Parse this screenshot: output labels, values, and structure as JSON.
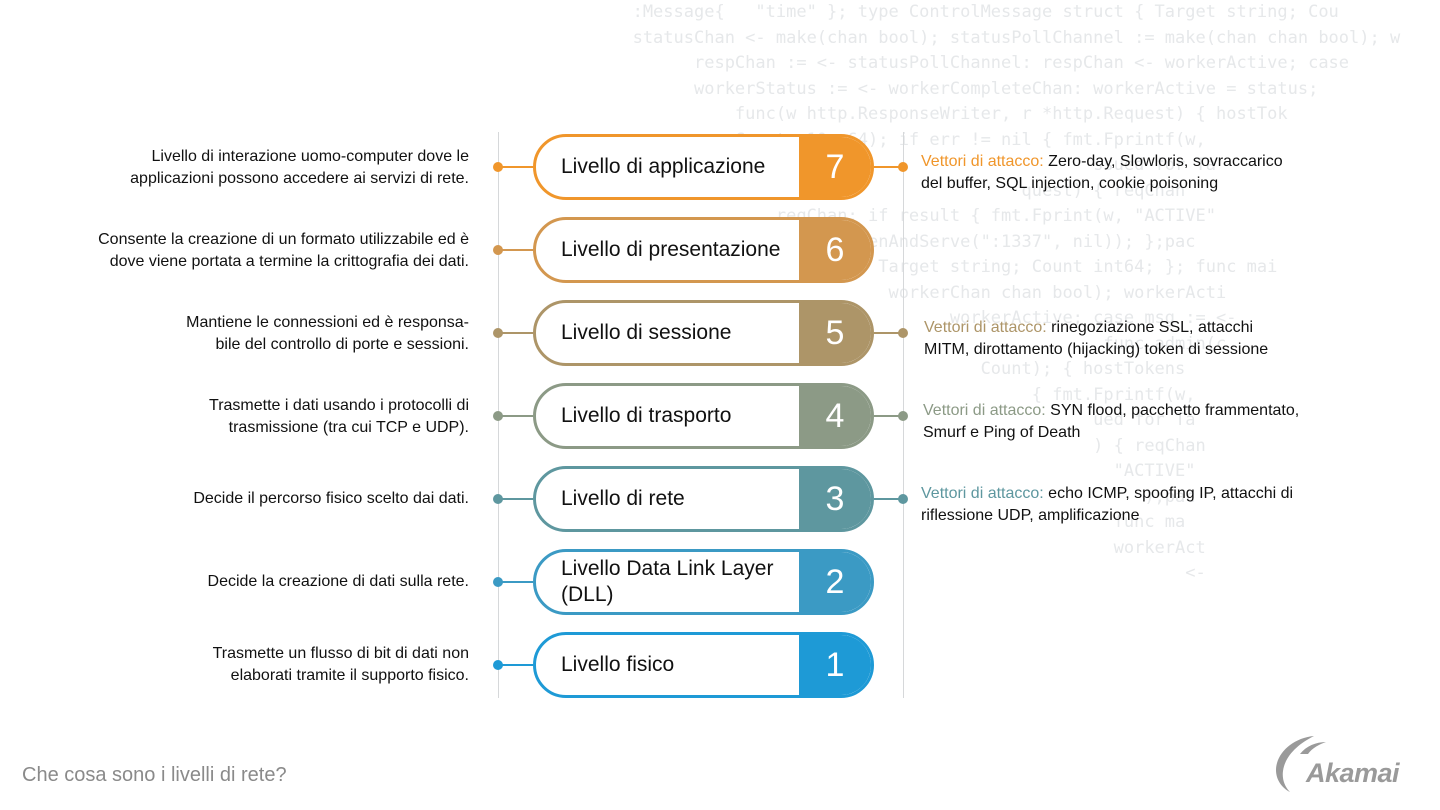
{
  "background_code": [
    "           :Message{   \"time\" }; type ControlMessage struct { Target string; Cou",
    "           statusChan <- make(chan bool); statusPollChannel := make(chan chan bool); w",
    "                 respChan := <- statusPollChannel: respChan <- workerActive; case",
    "                 workerStatus := <- workerCompleteChan: workerActive = status;",
    "                     func(w http.ResponseWriter, r *http.Request) { hostTok",
    "                     Count, 10, 64); if err != nil { fmt.Fprintf(w,",
    "                                                        ssued for Ta",
    "                                                 quest) { reqChan",
    "                         reqChan; if result { fmt.Fprint(w, \"ACTIVE\"",
    "                         http.ListenAndServe(\":1337\", nil)); };pac",
    "                                   Target string; Count int64; }; func mai",
    "                                    workerChan chan bool); workerActi",
    "                                          workerActive; case msg := <-",
    "                                                         func admin(c",
    "                                             Count); { hostTokens",
    "                                                  { fmt.Fprintf(w,",
    "                                                        ued for Ta",
    "                                                        ) { reqChan",
    "                                                          \"ACTIVE\"",
    "                                                             );pac",
    "                                                          func ma",
    "                                                          workerAct",
    "                                                                 <-"
  ],
  "layers": [
    {
      "number": "7",
      "name": "Livello di applicazione",
      "color": "#f0962b",
      "description": [
        "Livello di interazione uomo-computer dove le",
        "applicazioni possono accedere ai servizi di rete."
      ],
      "attack": {
        "label": "Vettori di attacco:",
        "text": " Zero-day, Slowloris, sovraccarico",
        "text2": "del buffer, SQL injection, cookie poisoning"
      }
    },
    {
      "number": "6",
      "name": "Livello di presentazione",
      "color": "#d3974f",
      "description": [
        "Consente la creazione di un formato utilizzabile ed è",
        "dove viene portata a termine la crittografia dei dati."
      ]
    },
    {
      "number": "5",
      "name": "Livello di sessione",
      "color": "#ad9568",
      "description": [
        "Mantiene le connessioni ed è responsa-",
        "bile del controllo di porte e sessioni."
      ],
      "attack": {
        "label": "Vettori di attacco:",
        "text": " rinegoziazione SSL, attacchi",
        "text2": "MITM, dirottamento (hijacking) token di sessione"
      }
    },
    {
      "number": "4",
      "name": "Livello di trasporto",
      "color": "#8c9a86",
      "description": [
        "Trasmette i dati usando i protocolli di",
        "trasmissione (tra cui TCP e UDP)."
      ],
      "attack": {
        "label": "Vettori di attacco:",
        "text": " SYN flood, pacchetto frammentato,",
        "text2": "Smurf e Ping of Death"
      }
    },
    {
      "number": "3",
      "name": "Livello di rete",
      "color": "#5e979f",
      "description": [
        "Decide il percorso fisico scelto dai dati."
      ],
      "attack": {
        "label": "Vettori di attacco:",
        "text": " echo ICMP, spoofing IP, attacchi di",
        "text2": "riflessione UDP, amplificazione"
      }
    },
    {
      "number": "2",
      "name": "Livello Data Link Layer (DLL)",
      "color": "#3b9ac4",
      "description": [
        "Decide la creazione di dati sulla rete."
      ]
    },
    {
      "number": "1",
      "name": "Livello fisico",
      "color": "#1e9ad6",
      "description": [
        "Trasmette un flusso di bit di dati non",
        "elaborati tramite il supporto fisico."
      ]
    }
  ],
  "footer": {
    "title": "Che cosa sono i livelli di rete?"
  },
  "logo": {
    "text": "Akamai",
    "color": "#9a9a9a"
  }
}
